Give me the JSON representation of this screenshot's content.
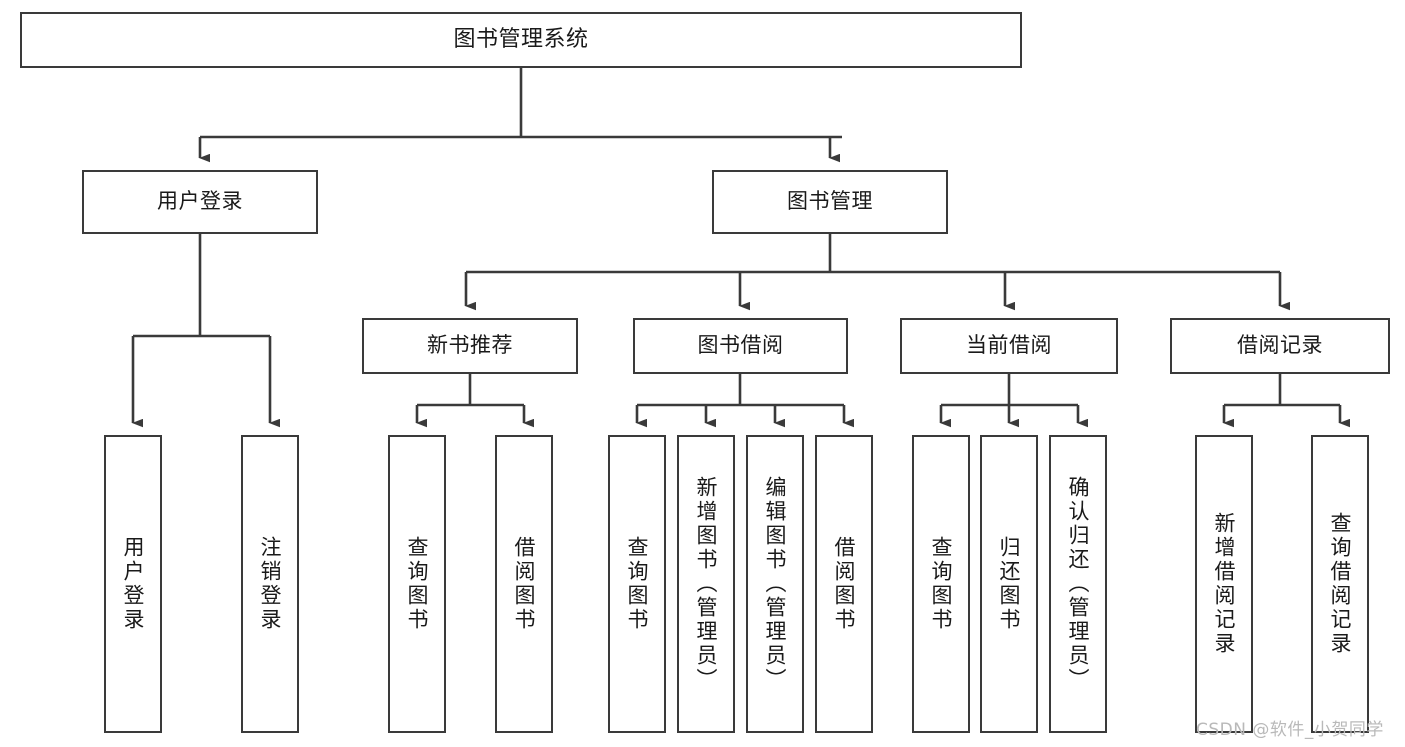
{
  "diagram": {
    "type": "tree",
    "title": "图书管理系统",
    "orientation": "top-down",
    "watermark": "CSDN @软件_小贺同学",
    "colors": {
      "box_border": "#3a3a3a",
      "box_fill": "#ffffff",
      "edge": "#3a3a3a",
      "text": "#1a1a1a",
      "watermark": "#b9b9b9",
      "background": "#ffffff"
    },
    "nodes": {
      "root": {
        "label": "图书管理系统"
      },
      "level1": [
        {
          "id": "user-login",
          "label": "用户登录"
        },
        {
          "id": "book-manage",
          "label": "图书管理"
        }
      ],
      "level2": [
        {
          "id": "new-book-recommend",
          "label": "新书推荐"
        },
        {
          "id": "book-borrow",
          "label": "图书借阅"
        },
        {
          "id": "current-borrow",
          "label": "当前借阅"
        },
        {
          "id": "borrow-record",
          "label": "借阅记录"
        }
      ],
      "leaves": {
        "user-login": [
          {
            "id": "leaf-user-login",
            "label": "用户登录"
          },
          {
            "id": "leaf-logout",
            "label": "注销登录"
          }
        ],
        "new-book-recommend": [
          {
            "id": "leaf-query-book-1",
            "label": "查询图书"
          },
          {
            "id": "leaf-borrow-book-1",
            "label": "借阅图书"
          }
        ],
        "book-borrow": [
          {
            "id": "leaf-query-book-2",
            "label": "查询图书"
          },
          {
            "id": "leaf-add-book",
            "label": "新增图书（管理员）"
          },
          {
            "id": "leaf-edit-book",
            "label": "编辑图书（管理员）"
          },
          {
            "id": "leaf-borrow-book-2",
            "label": "借阅图书"
          }
        ],
        "current-borrow": [
          {
            "id": "leaf-query-book-3",
            "label": "查询图书"
          },
          {
            "id": "leaf-return-book",
            "label": "归还图书"
          },
          {
            "id": "leaf-confirm-return",
            "label": "确认归还（管理员）"
          }
        ],
        "borrow-record": [
          {
            "id": "leaf-add-record",
            "label": "新增借阅记录"
          },
          {
            "id": "leaf-query-record",
            "label": "查询借阅记录"
          }
        ]
      }
    }
  }
}
